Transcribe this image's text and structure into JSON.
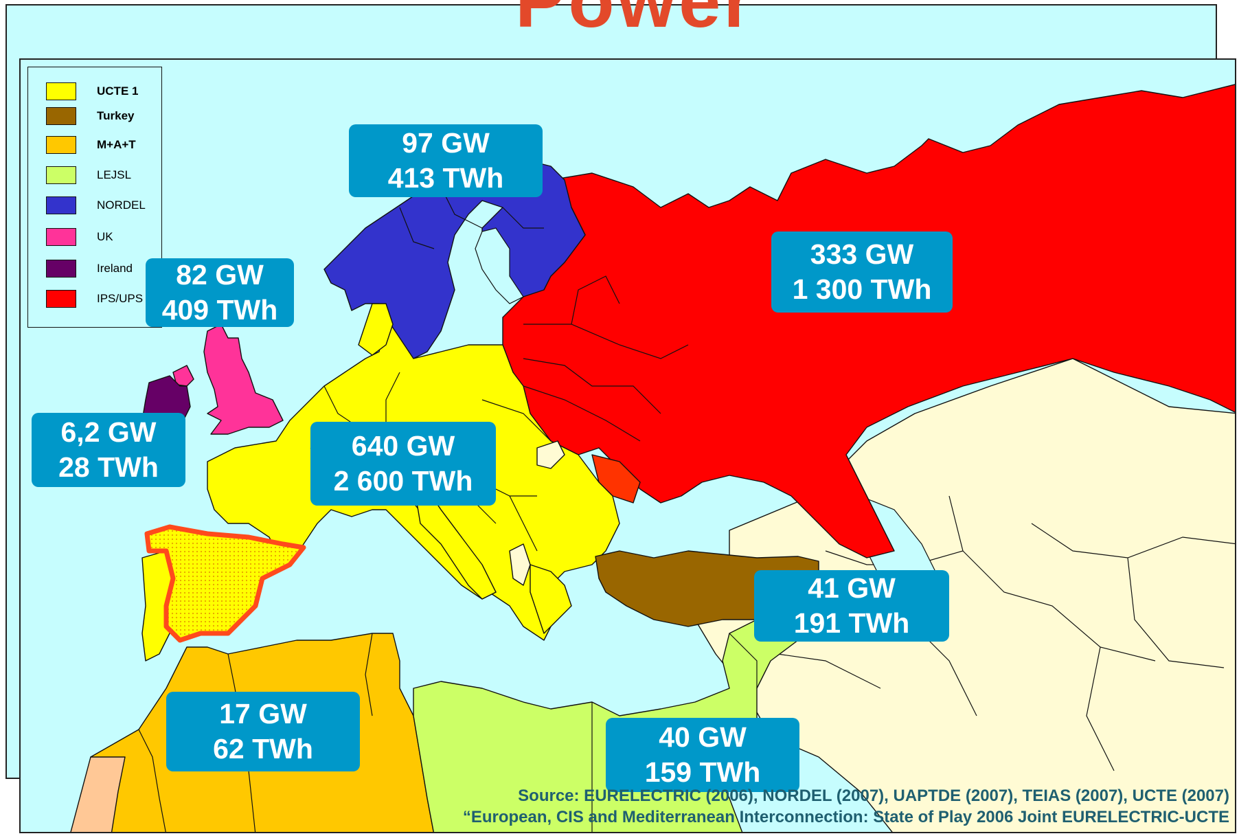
{
  "title": "Power",
  "legend": [
    {
      "label": "UCTE 1",
      "color": "#ffff00",
      "bold": true
    },
    {
      "label": "Turkey",
      "color": "#996600",
      "bold": true
    },
    {
      "label": "M+A+T",
      "color": "#ffc800",
      "bold": true
    },
    {
      "label": "LEJSL",
      "color": "#ccff66",
      "bold": false
    },
    {
      "label": "NORDEL",
      "color": "#3333cc",
      "bold": false
    },
    {
      "label": "UK",
      "color": "#ff3399",
      "bold": false
    },
    {
      "label": "Ireland",
      "color": "#660066",
      "bold": false
    },
    {
      "label": "IPS/UPS",
      "color": "#ff0000",
      "bold": false
    }
  ],
  "capacity_boxes": [
    {
      "id": "nordel",
      "capacity": "97 GW",
      "energy": "413 TWh"
    },
    {
      "id": "uk",
      "capacity": "82 GW",
      "energy": "409 TWh"
    },
    {
      "id": "ips-ups",
      "capacity": "333 GW",
      "energy": "1 300 TWh"
    },
    {
      "id": "ireland",
      "capacity": "6,2 GW",
      "energy": "28 TWh"
    },
    {
      "id": "ucte",
      "capacity": "640 GW",
      "energy": "2 600 TWh"
    },
    {
      "id": "turkey",
      "capacity": "41 GW",
      "energy": "191 TWh"
    },
    {
      "id": "mat",
      "capacity": "17 GW",
      "energy": "62 TWh"
    },
    {
      "id": "lejsl",
      "capacity": "40 GW",
      "energy": "159 TWh"
    }
  ],
  "source": {
    "line1": "Source: EURELECTRIC (2006), NORDEL (2007), UAPTDE (2007), TEIAS (2007), UCTE (2007)",
    "line2": "“European, CIS and Mediterranean Interconnection: State of Play 2006 Joint EURELECTRIC-UCTE"
  },
  "colors": {
    "sea": "#c6fdfe",
    "other_land": "#fffbd4",
    "box": "#0098c9",
    "spain_outline": "#ff4a1c",
    "western_sahara": "#ffc896"
  }
}
